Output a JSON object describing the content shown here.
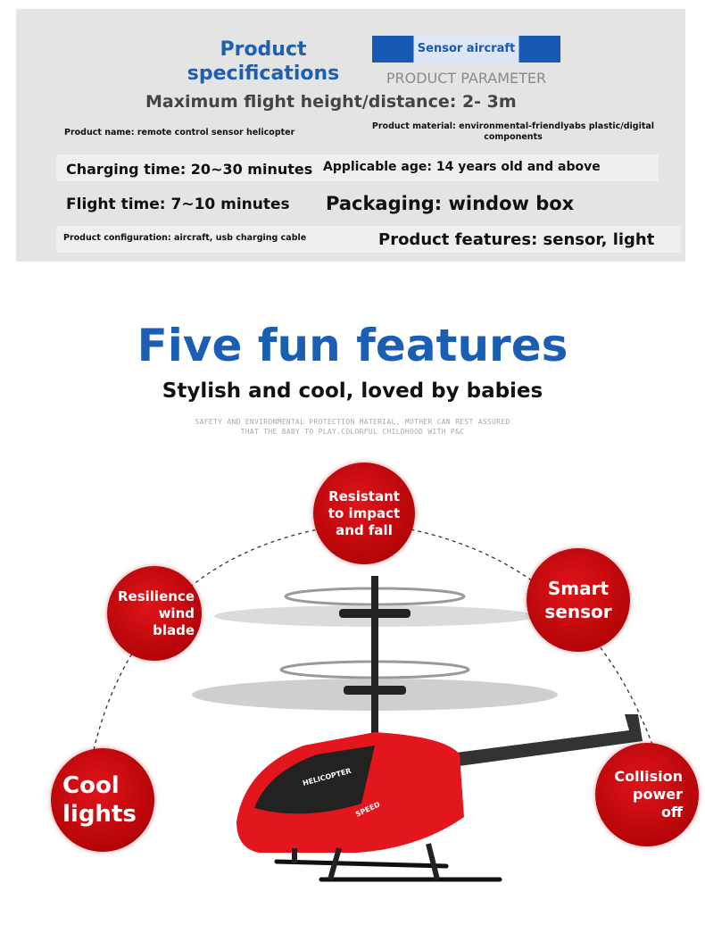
{
  "spec": {
    "title": "Product specifications",
    "badge": "Sensor aircraft",
    "param": "PRODUCT PARAMETER",
    "max_height": "Maximum flight height/distance: 2- 3m",
    "name": "Product name: remote control sensor helicopter",
    "material": "Product material: environmental-friendlyabs plastic/digital components",
    "charging": "Charging time: 20~30 minutes",
    "age": "Applicable age: 14 years old and above",
    "flight": "Flight time: 7~10 minutes",
    "packaging": "Packaging: window box",
    "config": "Product configuration: aircraft, usb charging cable",
    "features": "Product features: sensor, light"
  },
  "features": {
    "headline": "Five fun features",
    "subheadline": "Stylish and cool, loved by babies",
    "small_line1": "SAFETY AND ENVIRONMENTAL PROTECTION MATERIAL, MOTHER CAN REST ASSURED",
    "small_line2": "THAT THE BABY TO PLAY.COLORFUL CHILDHOOD WITH P&C",
    "items": [
      "Resistant to impact and fall",
      "Resilience wind blade",
      "Smart sensor",
      "Cool lights",
      "Collision power off"
    ]
  },
  "helicopter": {
    "label1": "HELICOPTER",
    "label2": "SPEED"
  }
}
